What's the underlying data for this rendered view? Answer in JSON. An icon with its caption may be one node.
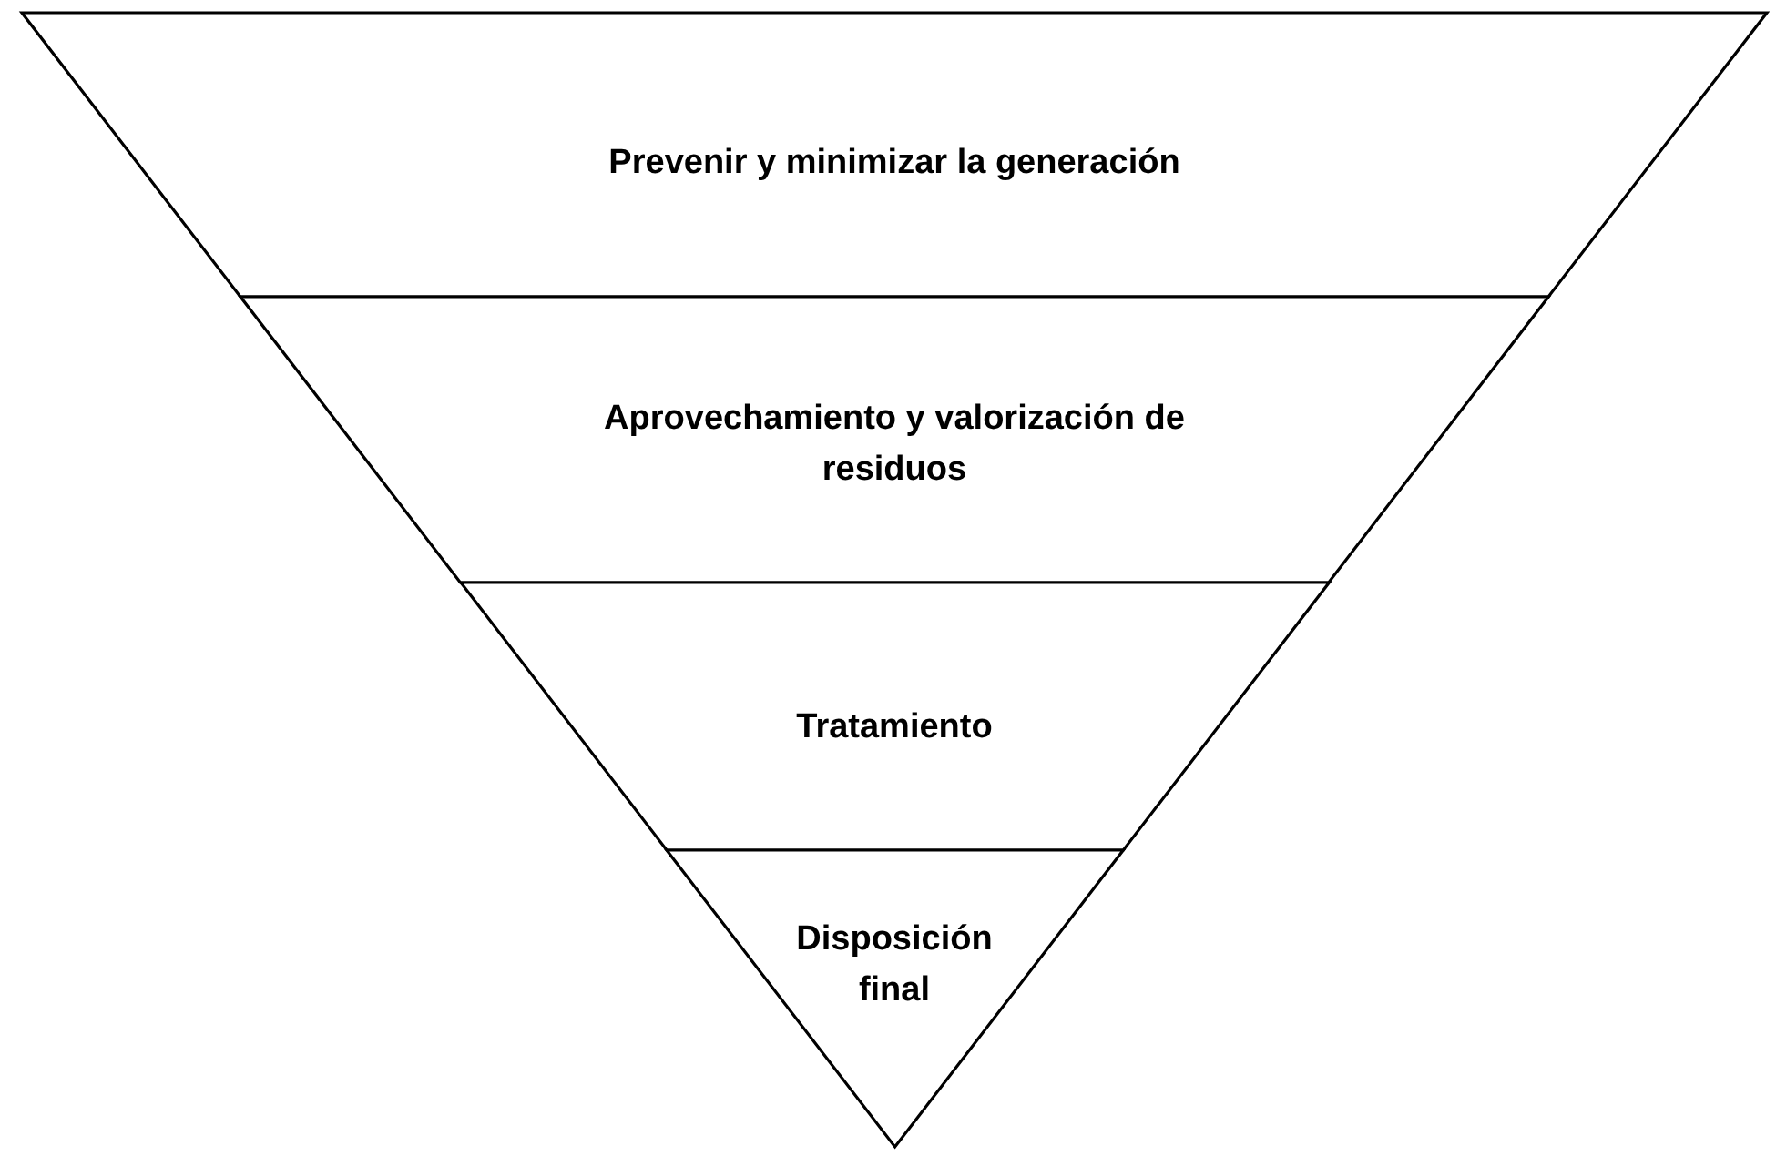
{
  "diagram": {
    "nodes": [
      {
        "text": [
          "Prevenir y minimizar la generación"
        ]
      },
      {
        "text": [
          "Aprovechamiento y valorización de residuos"
        ]
      },
      {
        "text": [
          "Tratamiento"
        ]
      },
      {
        "text": [
          "Disposición final"
        ]
      }
    ]
  }
}
